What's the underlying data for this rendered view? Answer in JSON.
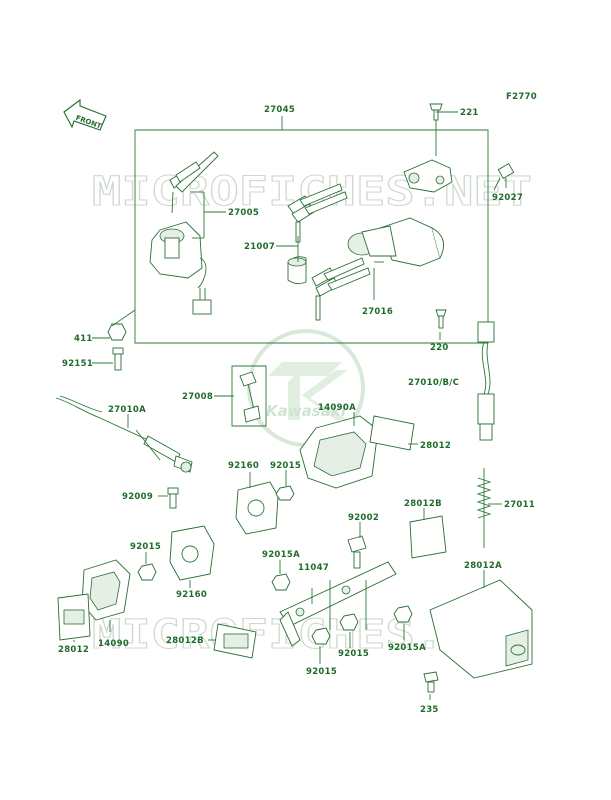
{
  "diagram": {
    "code": "F2770",
    "front_label": "FRONT",
    "watermark": "MICROFICHES.NET",
    "logo_text": "Kawasaki",
    "parts": [
      {
        "id": "p-27045",
        "label": "27045"
      },
      {
        "id": "p-221",
        "label": "221"
      },
      {
        "id": "p-92027",
        "label": "92027"
      },
      {
        "id": "p-27005",
        "label": "27005"
      },
      {
        "id": "p-21007",
        "label": "21007"
      },
      {
        "id": "p-27016",
        "label": "27016"
      },
      {
        "id": "p-411",
        "label": "411"
      },
      {
        "id": "p-92151",
        "label": "92151"
      },
      {
        "id": "p-220",
        "label": "220"
      },
      {
        "id": "p-27008",
        "label": "27008"
      },
      {
        "id": "p-14090A",
        "label": "14090A"
      },
      {
        "id": "p-27010BC",
        "label": "27010/B/C"
      },
      {
        "id": "p-27010A",
        "label": "27010A"
      },
      {
        "id": "p-28012",
        "label": "28012"
      },
      {
        "id": "p-92160a",
        "label": "92160"
      },
      {
        "id": "p-92015a",
        "label": "92015"
      },
      {
        "id": "p-92009",
        "label": "92009"
      },
      {
        "id": "p-27011",
        "label": "27011"
      },
      {
        "id": "p-28012B",
        "label": "28012B"
      },
      {
        "id": "p-92002",
        "label": "92002"
      },
      {
        "id": "p-92015b",
        "label": "92015"
      },
      {
        "id": "p-92015A",
        "label": "92015A"
      },
      {
        "id": "p-11047",
        "label": "11047"
      },
      {
        "id": "p-92160b",
        "label": "92160"
      },
      {
        "id": "p-28012A",
        "label": "28012A"
      },
      {
        "id": "p-14090",
        "label": "14090"
      },
      {
        "id": "p-28012c",
        "label": "28012"
      },
      {
        "id": "p-28012Bb",
        "label": "28012B"
      },
      {
        "id": "p-92015c",
        "label": "92015"
      },
      {
        "id": "p-92015d",
        "label": "92015"
      },
      {
        "id": "p-92015Ab",
        "label": "92015A"
      },
      {
        "id": "p-235",
        "label": "235"
      }
    ]
  }
}
